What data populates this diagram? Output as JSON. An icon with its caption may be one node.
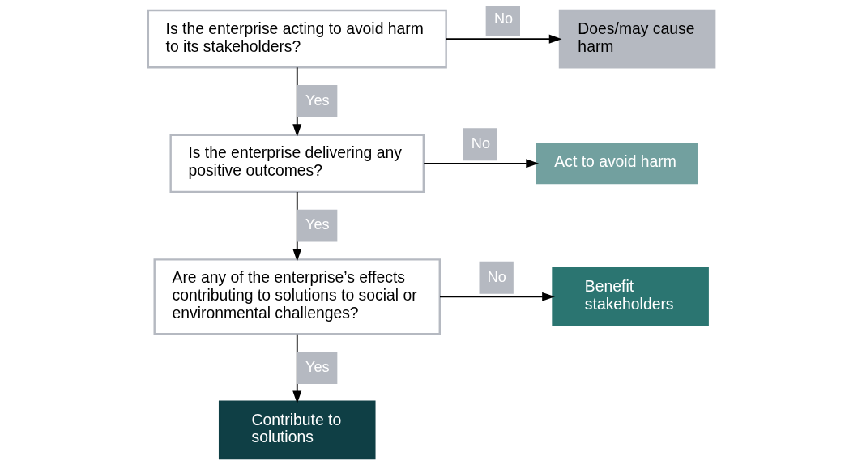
{
  "diagram": {
    "nodes": [
      {
        "text": [
          "Is the enterprise acting to avoid harm to its stakeholders?"
        ]
      },
      {
        "text": [
          "Is the enterprise delivering any positive outcomes?"
        ]
      },
      {
        "text": [
          "Are any of the enterprise’s effects contributing to solutions to social or environmental challenges?"
        ]
      },
      {
        "text": [
          "Does/may cause harm"
        ]
      },
      {
        "text": [
          "Act to avoid harm"
        ]
      },
      {
        "text": [
          "Benefit stakeholders"
        ]
      },
      {
        "text": [
          "Contribute to solutions"
        ]
      }
    ],
    "edges": [
      {
        "from": 0,
        "to": 3,
        "arrow": "to",
        "label": "No"
      },
      {
        "from": 0,
        "to": 1,
        "arrow": "to",
        "label": "Yes"
      },
      {
        "from": 1,
        "to": 4,
        "arrow": "to",
        "label": "No"
      },
      {
        "from": 1,
        "to": 2,
        "arrow": "to",
        "label": "Yes"
      },
      {
        "from": 2,
        "to": 5,
        "arrow": "to",
        "label": "No"
      },
      {
        "from": 2,
        "to": 6,
        "arrow": "to",
        "label": "Yes"
      }
    ]
  }
}
